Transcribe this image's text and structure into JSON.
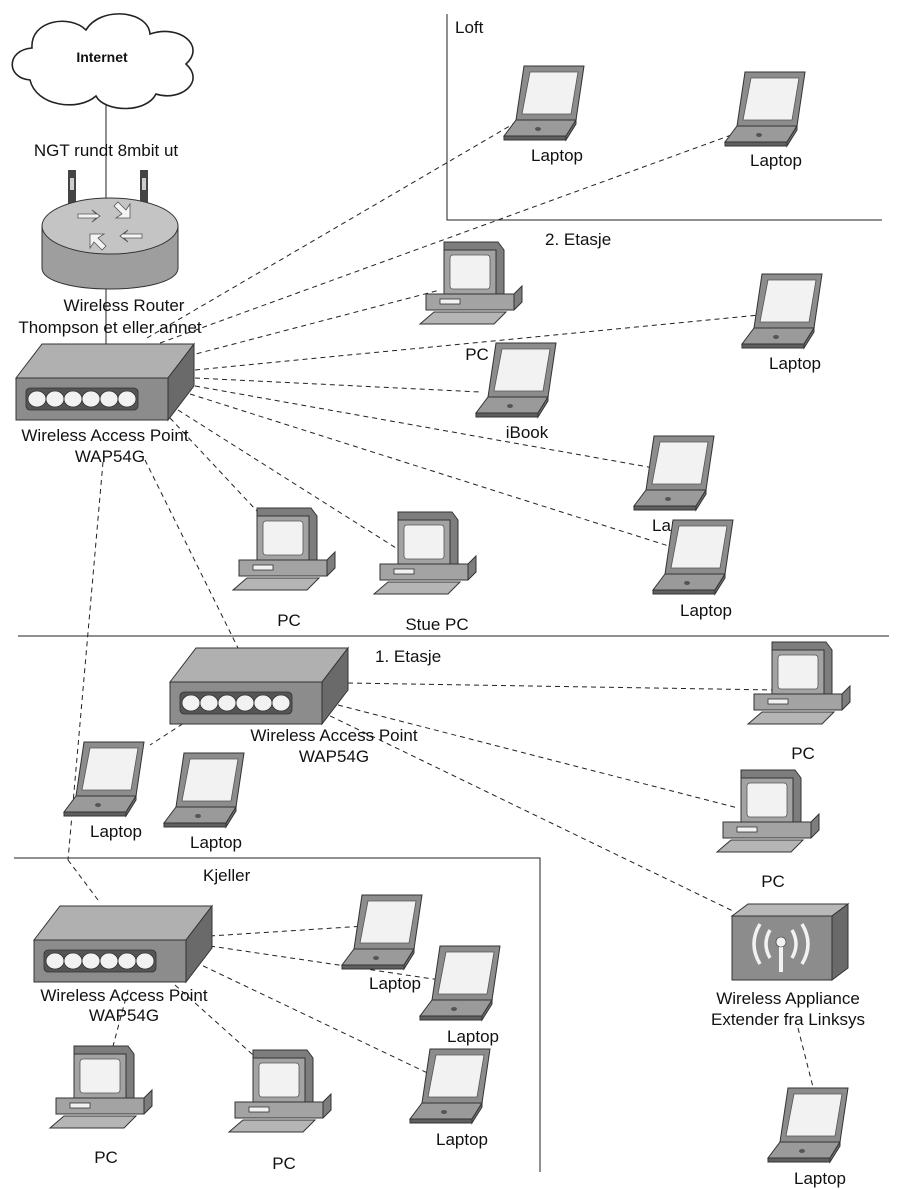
{
  "cloud": {
    "label": "Internet"
  },
  "router": {
    "caption": "NGT rundt 8mbit ut",
    "label_line1": "Wireless Router",
    "label_line2": "Thompson et eller annet"
  },
  "zones": {
    "loft": "Loft",
    "etasje2": "2. Etasje",
    "etasje1": "1. Etasje",
    "kjeller": "Kjeller"
  },
  "access_points": [
    {
      "line1": "Wireless Access Point",
      "line2": "WAP54G"
    },
    {
      "line1": "Wireless Access Point",
      "line2": "WAP54G"
    },
    {
      "line1": "Wireless Access Point",
      "line2": "WAP54G"
    }
  ],
  "extender": {
    "line1": "Wireless Appliance",
    "line2": "Extender fra Linksys"
  },
  "devices": {
    "loft_laptop_1": "Laptop",
    "loft_laptop_2": "Laptop",
    "e2_pc_top": "PC",
    "e2_laptop_right": "Laptop",
    "e2_ibook": "iBook",
    "e2_laptop_mid": "Laptop",
    "e2_laptop_low": "Laptop",
    "e2_pc_left": "PC",
    "e2_stue_pc": "Stue PC",
    "e1_laptop_a": "Laptop",
    "e1_laptop_b": "Laptop",
    "e1_pc_top": "PC",
    "e1_pc_mid": "PC",
    "ext_laptop": "Laptop",
    "kj_laptop_1": "Laptop",
    "kj_laptop_2": "Laptop",
    "kj_laptop_3": "Laptop",
    "kj_pc_1": "PC",
    "kj_pc_2": "PC"
  }
}
